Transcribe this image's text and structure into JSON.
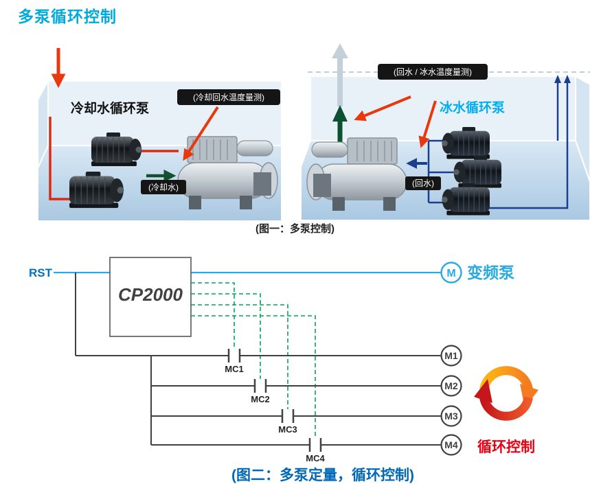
{
  "page": {
    "title": "多泵循环控制"
  },
  "colors": {
    "accent_cyan": "#00aadc",
    "diagram_blue": "#29abe2",
    "rst_blue": "#0072bc",
    "dash_green": "#00a651",
    "arrow_red": "#e8380d",
    "caption_blue": "#0068b7",
    "cycle_red": "#e60012",
    "cycle_orange": "#f7a21b"
  },
  "figure1": {
    "caption": "(图一：多泵控制)",
    "left": {
      "pump_label": "冷却水循环泵",
      "temp_tag": "(冷却回水温度量测)",
      "water_tag": "(冷却水)"
    },
    "right": {
      "pump_label": "冰水循环泵",
      "temp_tag": "(回水 / 冰水温度量测)",
      "water_tag": "(回水)"
    }
  },
  "figure2": {
    "caption": "(图二：多泵定量，循环控制)",
    "rst": "RST",
    "controller": "CP2000",
    "vfd": {
      "motor": "M",
      "label": "变频泵"
    },
    "branches": [
      {
        "contact": "MC1",
        "motor": "M1"
      },
      {
        "contact": "MC2",
        "motor": "M2"
      },
      {
        "contact": "MC3",
        "motor": "M3"
      },
      {
        "contact": "MC4",
        "motor": "M4"
      }
    ],
    "cycle_label": "循环控制"
  }
}
